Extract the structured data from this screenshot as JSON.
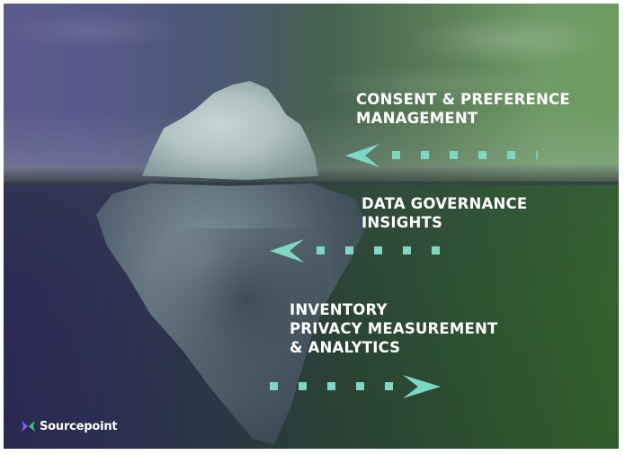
{
  "slide": {
    "theme": "iceberg",
    "colors": {
      "accent_teal": "#7ed6c4",
      "text": "#ffffff",
      "sky_left": "#5d5a8c",
      "sky_right": "#6e9c62",
      "water_left": "#2c2a55",
      "water_right": "#33622d",
      "logo_purple": "#8a5cf0",
      "logo_green": "#2fd07a"
    },
    "labels": [
      {
        "lines": [
          "CONSENT & PREFERENCE",
          "MANAGEMENT"
        ],
        "arrow_direction": "left"
      },
      {
        "lines": [
          "DATA GOVERNANCE",
          "INSIGHTS"
        ],
        "arrow_direction": "left"
      },
      {
        "lines": [
          "INVENTORY",
          "PRIVACY MEASUREMENT",
          "& ANALYTICS"
        ],
        "arrow_direction": "right"
      }
    ],
    "logo": {
      "icon": "sourcepoint-chevrons-icon",
      "text": "Sourcepoint"
    }
  }
}
